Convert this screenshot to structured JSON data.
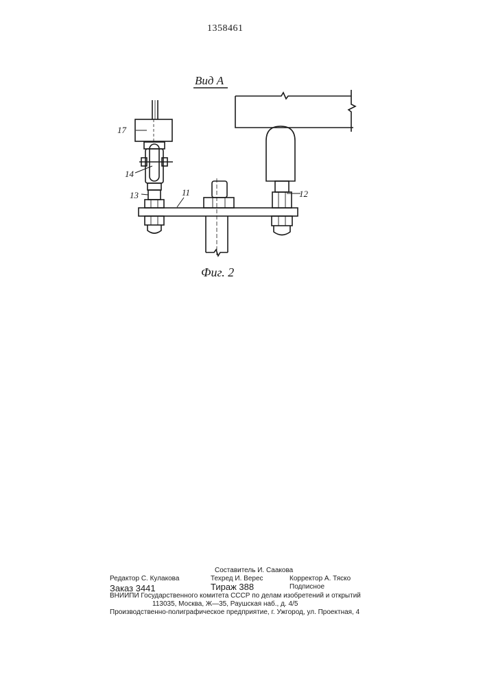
{
  "header": {
    "patent_number": "1358461"
  },
  "figure": {
    "view_label": "Вид А",
    "caption": "Фиг. 2",
    "labels": {
      "l17": "17",
      "l14": "14",
      "l13": "13",
      "l11": "11",
      "l12": "12"
    }
  },
  "imprint": {
    "compiler": "Составитель И. Саакова",
    "editor": "Редактор С. Кулакова",
    "techred": "Техред И. Верес",
    "corrector": "Корректор А. Тяско",
    "order": "Заказ 3441",
    "circulation": "Тираж 388",
    "subscription": "Подписное",
    "org": "ВНИИПИ Государственного комитета СССР по делам изобретений и открытий",
    "address": "113035, Москва, Ж—35, Раушская наб., д. 4/5",
    "printer": "Производственно-полиграфическое предприятие, г. Ужгород, ул. Проектная, 4"
  }
}
